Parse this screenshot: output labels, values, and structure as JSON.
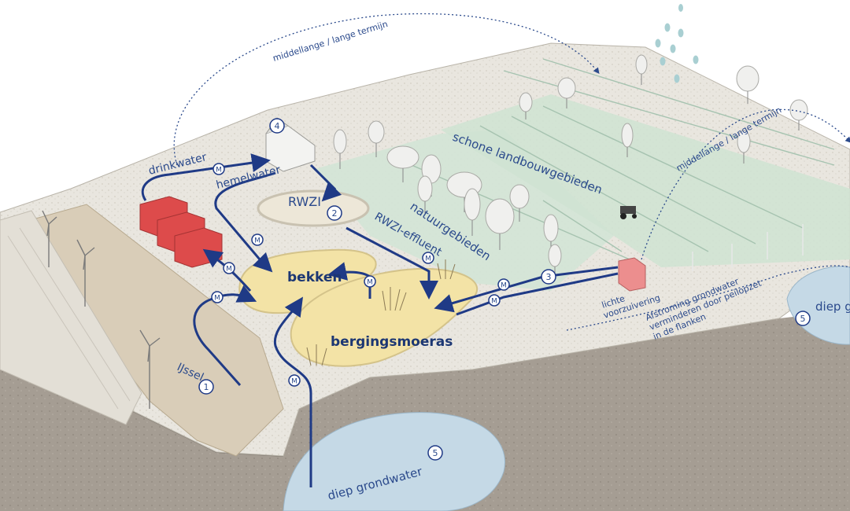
{
  "labels": {
    "term_top": "middellange / lange termijn",
    "term_right": "middellange / lange termijn",
    "drinkwater": "drinkwater",
    "hemelwater": "hemelwater",
    "rwzi": "RWZI",
    "rwzi_effluent": "RWZI-effluent",
    "bekken": "bekken",
    "bergingsmoeras": "bergingsmoeras",
    "natuurgebieden": "natuurgebieden",
    "landbouw": "schone landbouwgebieden",
    "ijssel": "IJssel",
    "diep_grondwater": "diep grondwater",
    "diep_grondwater_right": "diep g",
    "voorzuivering_1": "lichte",
    "voorzuivering_2": "voorzuivering",
    "afstroming_1": "Afstroming grondwater",
    "afstroming_2": "verminderen door peilopzet",
    "afstroming_3": "in de flanken"
  },
  "markers": {
    "n1": "1",
    "n2": "2",
    "n3": "3",
    "n4": "4",
    "n5": "5",
    "n5b": "5",
    "m": "M"
  },
  "colors": {
    "flow": "#1f3a86",
    "label": "#2b4a8c",
    "water_body": "#f3e3a6",
    "groundwater": "#c9dbe6",
    "nature": "#cfe2d3",
    "soil": "#a79f96",
    "storage_building": "#dd4b4b"
  },
  "icons": [
    "wind-turbine-icon",
    "tree-icon",
    "house-icon",
    "tractor-icon",
    "rain-drop-icon",
    "reed-icon",
    "meter-icon"
  ]
}
